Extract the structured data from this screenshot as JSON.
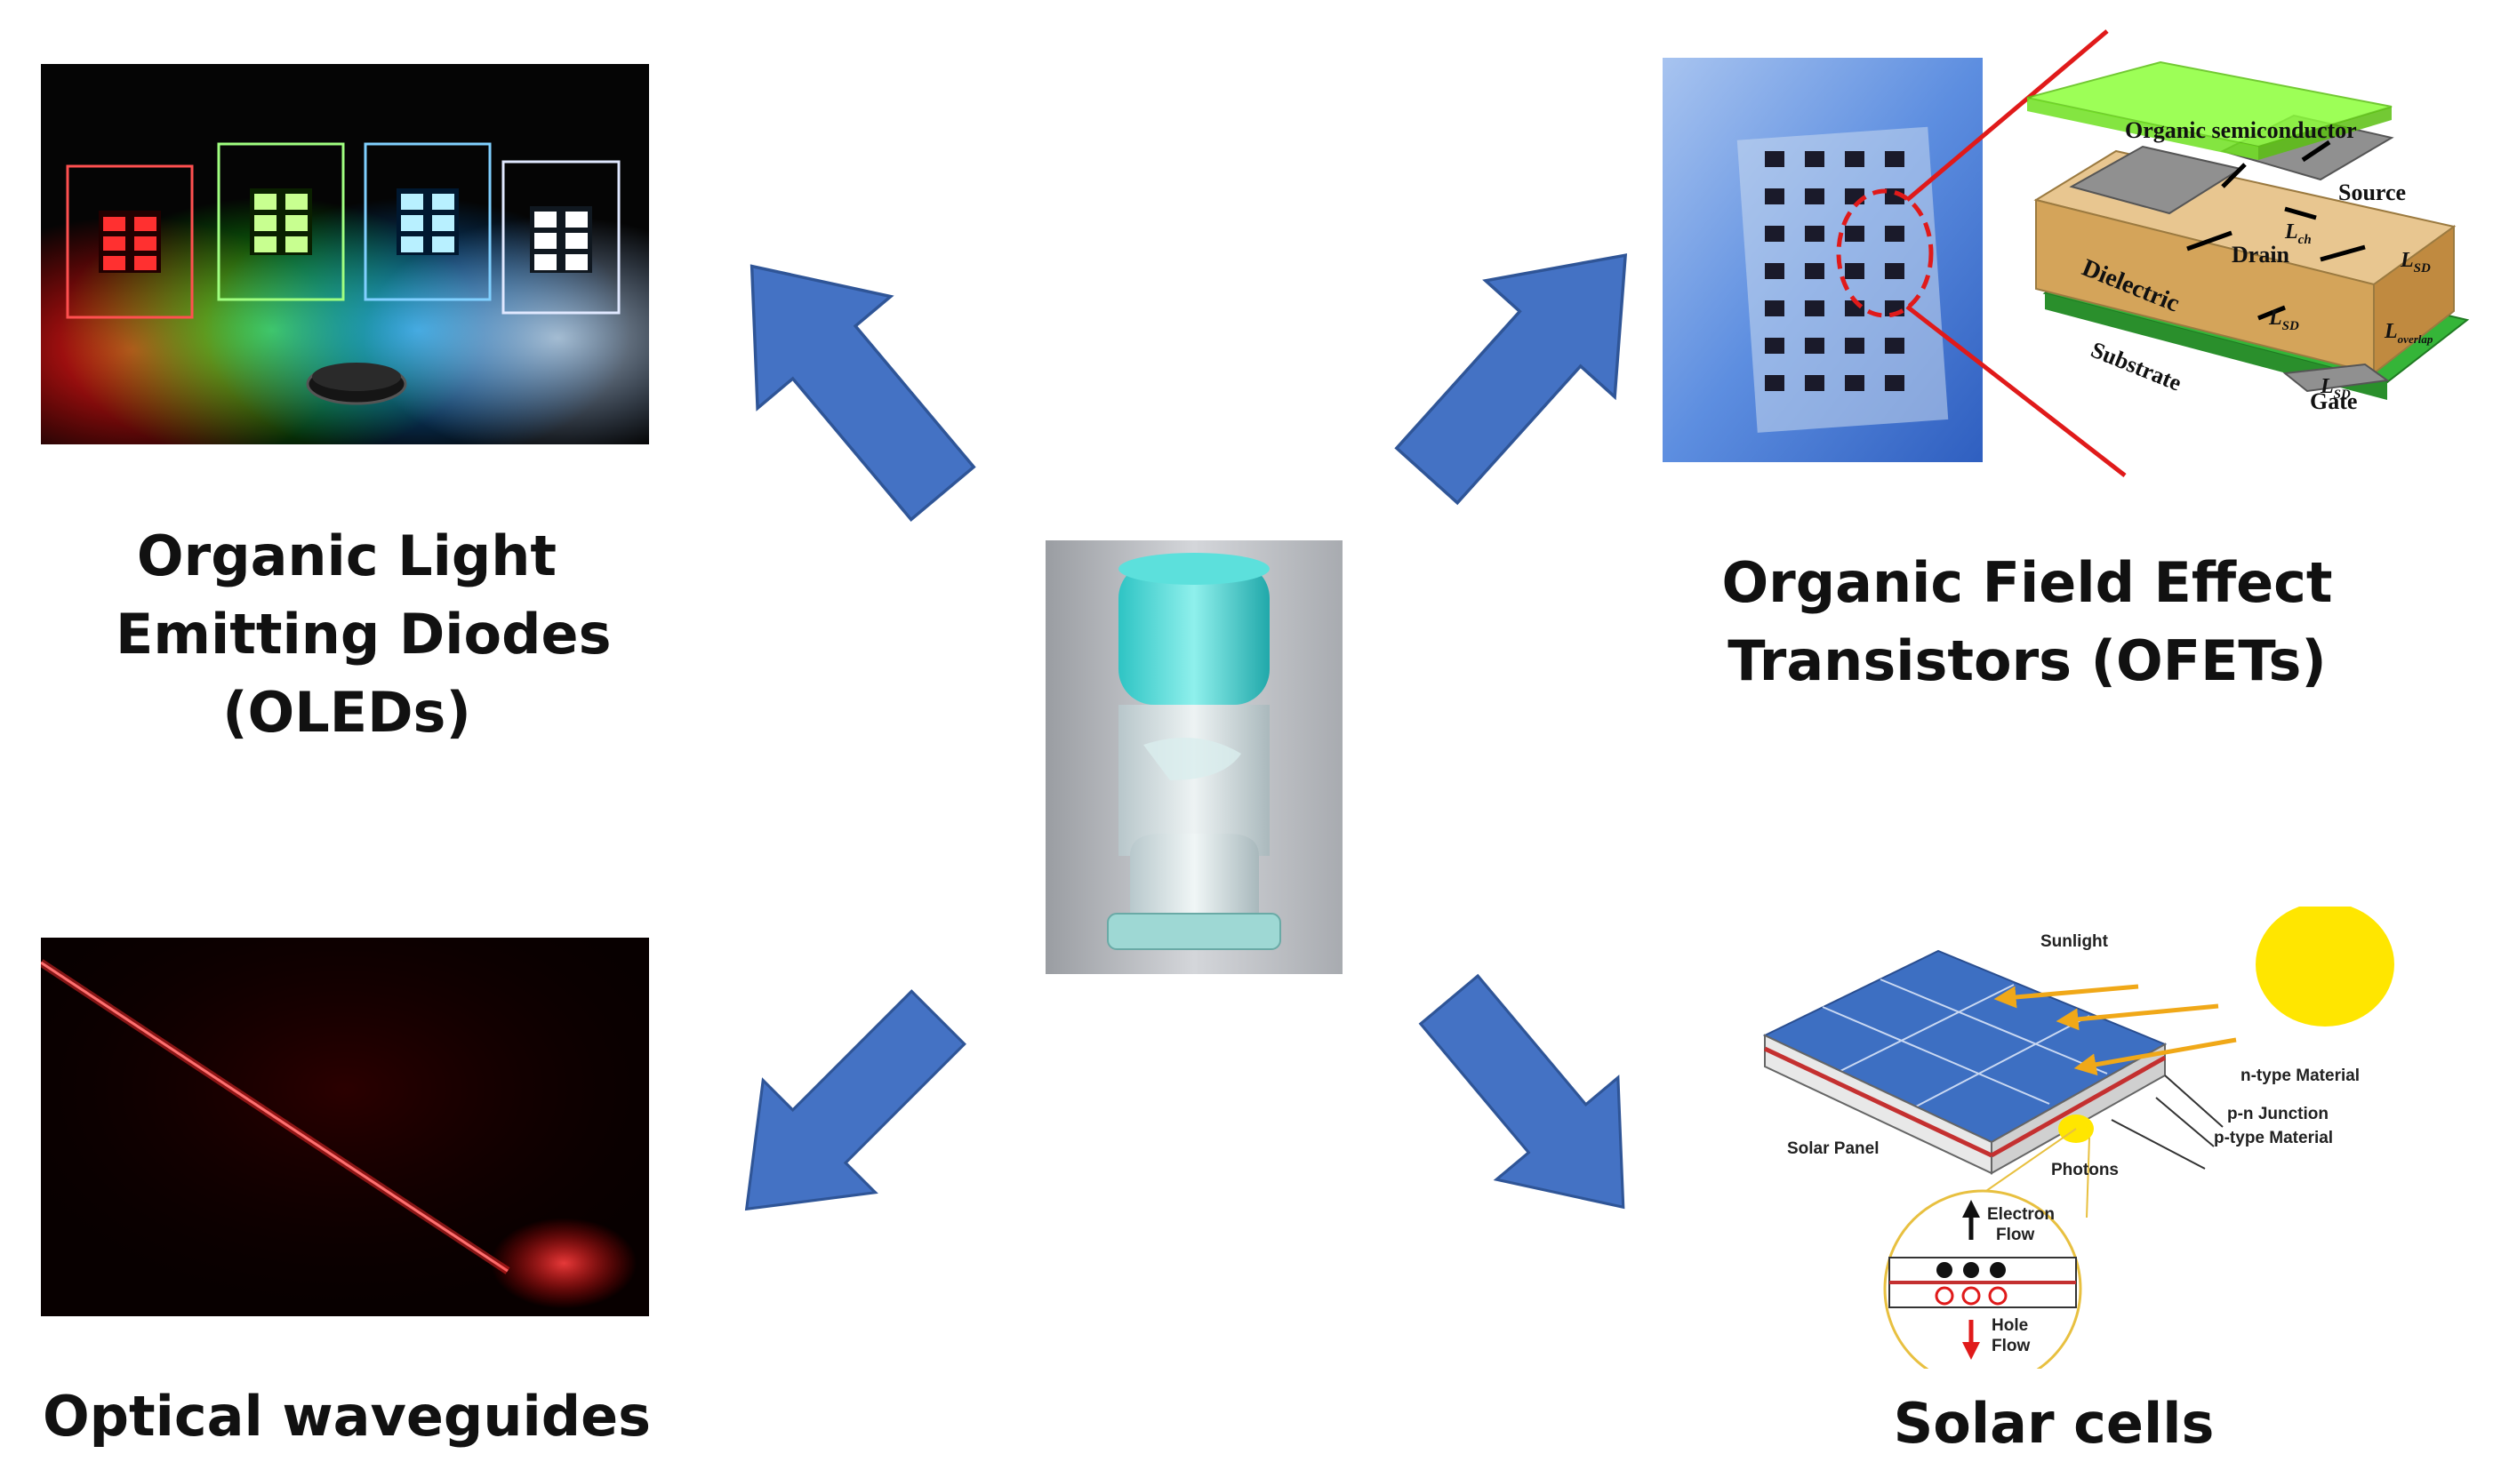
{
  "oled": {
    "caption_lines": [
      "Organic Light",
      "Emitting Diodes",
      "(OLEDs)"
    ]
  },
  "ofet": {
    "caption_lines": [
      "Organic Field Effect",
      "Transistors (OFETs)"
    ],
    "labels": {
      "semiconductor": "Organic semiconductor",
      "source": "Source",
      "drain": "Drain",
      "dielectric": "Dielectric",
      "substrate": "Substrate",
      "gate": "Gate",
      "lch": "L",
      "lch_sub": "ch",
      "lsd": "L",
      "lsd_sub": "SD",
      "loverlap": "L",
      "loverlap_sub": "overlap"
    }
  },
  "waveguide": {
    "caption": "Optical waveguides"
  },
  "solar": {
    "caption": "Solar cells",
    "labels": {
      "sunlight": "Sunlight",
      "n_type": "n-type Material",
      "pn_junction": "p-n Junction",
      "p_type": "p-type Material",
      "solar_panel": "Solar Panel",
      "photons": "Photons",
      "electron_flow_1": "Electron",
      "electron_flow_2": "Flow",
      "hole_flow_1": "Hole",
      "hole_flow_2": "Flow"
    }
  },
  "colors": {
    "arrow": "#4472c4",
    "arrow_outline": "#2f5597",
    "sun": "#ffe600",
    "solar_panel": "#3d6fc2",
    "ofet_semiconductor": "#8cff3a",
    "ofet_substrate": "#35b538",
    "laser": "#ff2a2a"
  }
}
